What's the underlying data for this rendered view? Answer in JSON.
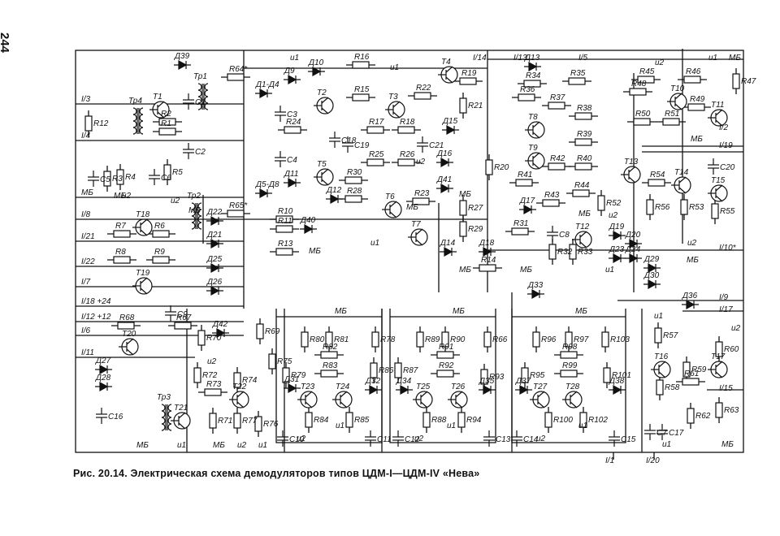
{
  "page_number": "244",
  "caption": "Рис. 20.14. Электрическая схема демодуляторов типов ЦДМ-І—ЦДМ-IV «Нева»",
  "ports_left": [
    "I/3",
    "I/4",
    "МБ",
    "I/8",
    "I/21",
    "I/22",
    "I/7",
    "I/18 +24",
    "I/12 +12",
    "I/6",
    "I/11"
  ],
  "ports_top": [
    "u1",
    "I/14",
    "I/13",
    "I/5",
    "u1",
    "МБ"
  ],
  "ports_right": [
    "I/2",
    "I/19",
    "I/10*",
    "I/9",
    "I/17",
    "I/15"
  ],
  "ports_bottom": [
    "I/1",
    "I/20"
  ],
  "transformers": [
    "Тр4",
    "Тр1",
    "Тр2",
    "Тр3"
  ],
  "transistors": [
    "T1",
    "T2",
    "T3",
    "T4",
    "T5",
    "T6",
    "T7",
    "T8",
    "T9",
    "T10",
    "T11",
    "T12",
    "T13",
    "T14",
    "T15",
    "T16",
    "T17",
    "T18",
    "T19",
    "T20",
    "T21",
    "T22",
    "T23",
    "T24",
    "T25",
    "T26",
    "T27",
    "T28"
  ],
  "diodes": [
    "Д1-Д4",
    "Д5-Д8",
    "Д9",
    "Д10",
    "Д11",
    "Д12",
    "Д13",
    "Д14",
    "Д15",
    "Д16",
    "Д17",
    "Д18",
    "Д19",
    "Д20",
    "Д21",
    "Д22",
    "Д23",
    "Д24",
    "Д25",
    "Д26",
    "Д27",
    "Д28",
    "Д29",
    "Д30",
    "Д31",
    "Д32",
    "Д33",
    "Д34",
    "Д35",
    "Д36",
    "Д37",
    "Д38",
    "Д39",
    "Д40",
    "Д41",
    "Д42"
  ],
  "capacitors": [
    "C1",
    "C2",
    "C3",
    "C4",
    "C5",
    "C6",
    "C7",
    "C8",
    "C9",
    "C10",
    "C11",
    "C12",
    "C13",
    "C14",
    "C15",
    "C16",
    "C17",
    "C18",
    "C19",
    "C20",
    "C21"
  ],
  "resistors": [
    "R1",
    "R2",
    "R3",
    "R4",
    "R5",
    "R6",
    "R7",
    "R8",
    "R9",
    "R10",
    "R11",
    "R12",
    "R13",
    "R14",
    "R15",
    "R16",
    "R17",
    "R18",
    "R19",
    "R20",
    "R21",
    "R22",
    "R23",
    "R24",
    "R25",
    "R26",
    "R27",
    "R28",
    "R29",
    "R30",
    "R31",
    "R32",
    "R33",
    "R34",
    "R35",
    "R36",
    "R37",
    "R38",
    "R39",
    "R40",
    "R41",
    "R42",
    "R43",
    "R44",
    "R45",
    "R46",
    "R47",
    "R48",
    "R49",
    "R50",
    "R51",
    "R52",
    "R53",
    "R54",
    "R55",
    "R56",
    "R57",
    "R58",
    "R59",
    "R60",
    "R61",
    "R62",
    "R63",
    "R64*",
    "R65*",
    "R66",
    "R67",
    "R68",
    "R69",
    "R70",
    "R71",
    "R72",
    "R73",
    "R74",
    "R75",
    "R76",
    "R77",
    "R78",
    "R79",
    "R80",
    "R81",
    "R82",
    "R83",
    "R84",
    "R85",
    "R86",
    "R87",
    "R88",
    "R89",
    "R90",
    "R91",
    "R92",
    "R93",
    "R94",
    "R95",
    "R96",
    "R97",
    "R98",
    "R99",
    "R100",
    "R101",
    "R102",
    "R103"
  ],
  "rails": [
    "u1",
    "u2",
    "МБ"
  ]
}
